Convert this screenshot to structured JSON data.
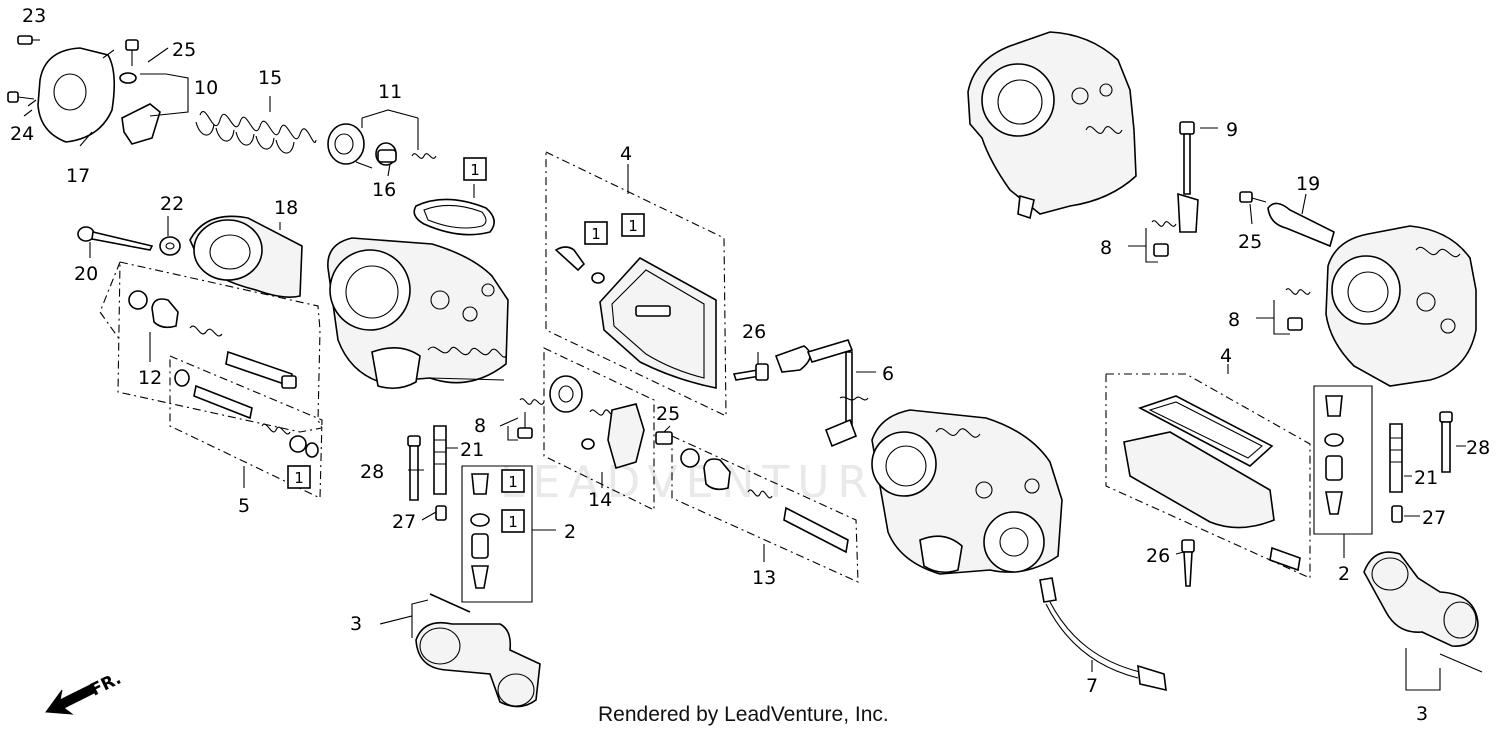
{
  "callouts": {
    "n2": "2",
    "n3": "3",
    "n4": "4",
    "n5": "5",
    "n6": "6",
    "n7": "7",
    "n8": "8",
    "n9": "9",
    "n10": "10",
    "n11": "11",
    "n12": "12",
    "n13": "13",
    "n14": "14",
    "n15": "15",
    "n16": "16",
    "n17": "17",
    "n18": "18",
    "n19": "19",
    "n20": "20",
    "n21": "21",
    "n22": "22",
    "n23": "23",
    "n24": "24",
    "n25": "25",
    "n26": "26",
    "n27": "27",
    "n28": "28"
  },
  "boxed_label": "1",
  "watermark": "LEADVENTURE",
  "direction": "FR.",
  "footer": "Rendered by LeadVenture, Inc."
}
